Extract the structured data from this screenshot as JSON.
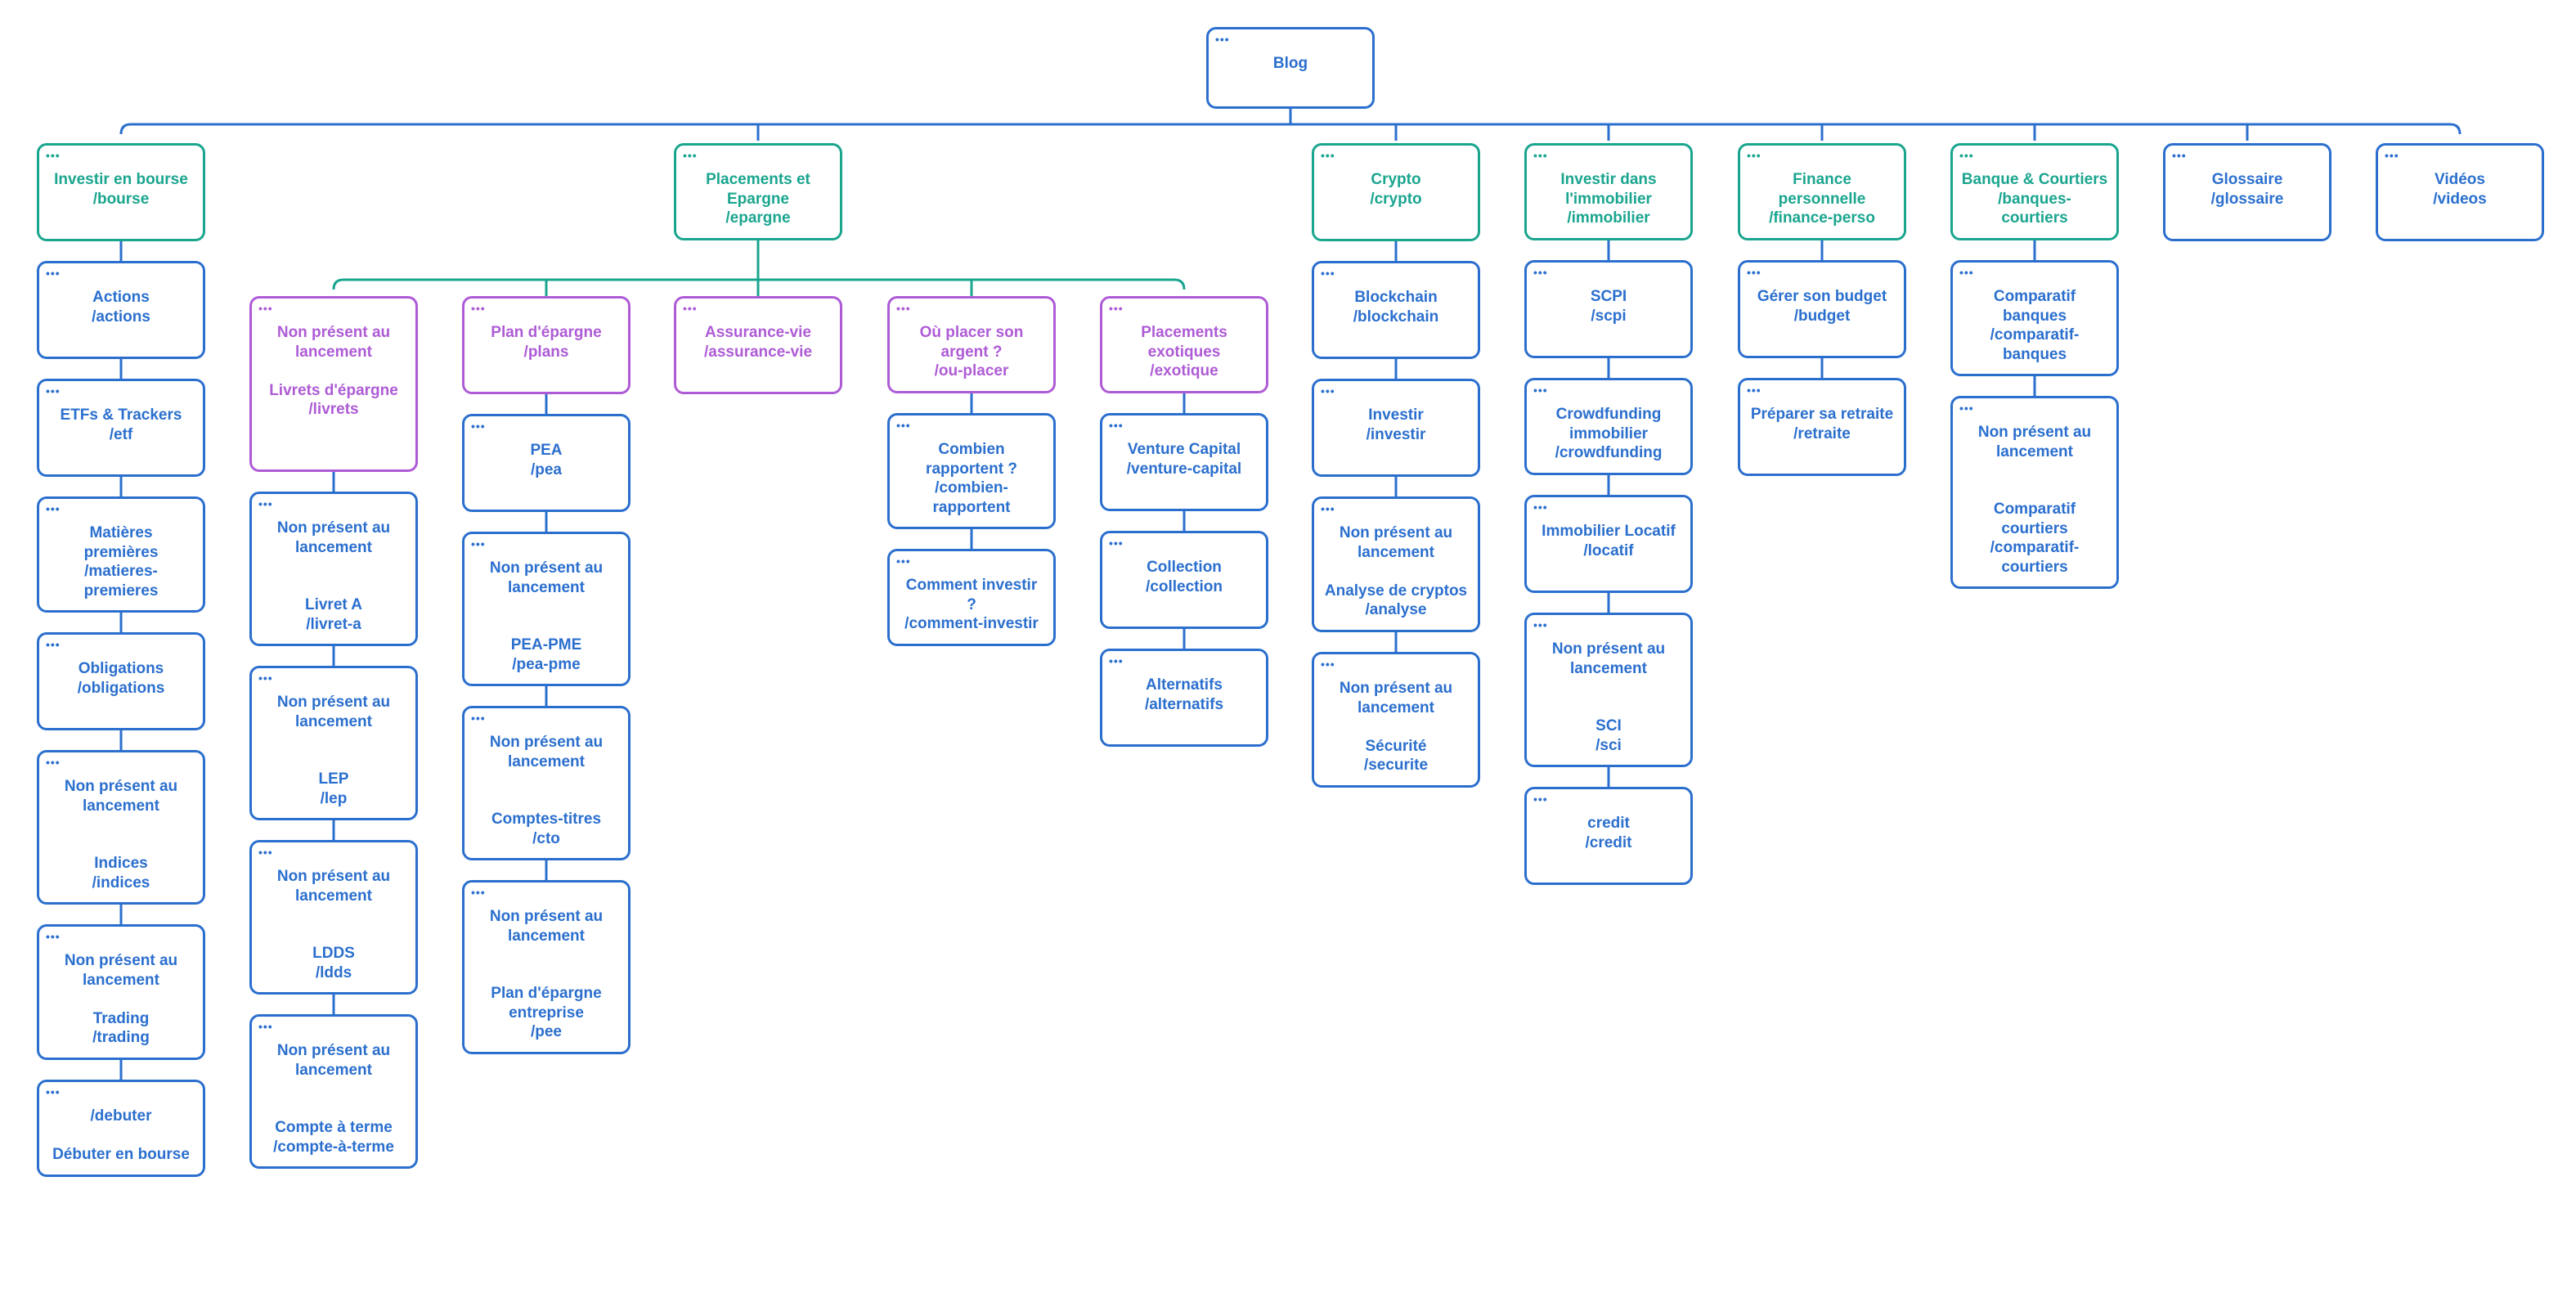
{
  "colors": {
    "blue": "#2b6fce",
    "teal": "#1aa58f",
    "purple": "#ae5bd6"
  },
  "menu_icon": "more-dots-icon",
  "root": {
    "lines": [
      "Blog"
    ]
  },
  "sections": [
    {
      "id": "bourse",
      "lines": [
        "Investir en bourse",
        "/bourse"
      ],
      "children": [
        {
          "lines": [
            "Actions",
            "/actions"
          ]
        },
        {
          "lines": [
            "ETFs & Trackers",
            "/etf"
          ]
        },
        {
          "lines": [
            "Matières",
            "premières",
            "/matieres-",
            "premieres"
          ]
        },
        {
          "lines": [
            "Obligations",
            "/obligations"
          ]
        },
        {
          "lines": [
            "Non présent au",
            "lancement",
            "",
            "",
            "Indices",
            "/indices"
          ]
        },
        {
          "lines": [
            "Non présent au",
            "lancement",
            "",
            "Trading",
            "/trading"
          ]
        },
        {
          "lines": [
            "/debuter",
            "",
            "Débuter en bourse"
          ]
        }
      ]
    },
    {
      "id": "epargne",
      "lines": [
        "Placements et",
        "Epargne",
        "/epargne"
      ],
      "groups": [
        {
          "id": "livrets",
          "lines": [
            "Non présent au",
            "lancement",
            "",
            "Livrets d'épargne",
            "/livrets"
          ],
          "children": [
            {
              "lines": [
                "Non présent au",
                "lancement",
                "",
                "",
                "Livret A",
                "/livret-a"
              ]
            },
            {
              "lines": [
                "Non présent au",
                "lancement",
                "",
                "",
                "LEP",
                "/lep"
              ]
            },
            {
              "lines": [
                "Non présent au",
                "lancement",
                "",
                "",
                "LDDS",
                "/ldds"
              ]
            },
            {
              "lines": [
                "Non présent au",
                "lancement",
                "",
                "",
                "Compte à terme",
                "/compte-à-terme"
              ]
            }
          ]
        },
        {
          "id": "plans",
          "lines": [
            "Plan d'épargne",
            "/plans"
          ],
          "children": [
            {
              "lines": [
                "PEA",
                "/pea"
              ]
            },
            {
              "lines": [
                "Non présent au",
                "lancement",
                "",
                "",
                "PEA-PME",
                "/pea-pme"
              ]
            },
            {
              "lines": [
                "Non présent au",
                "lancement",
                "",
                "",
                "Comptes-titres",
                "/cto"
              ]
            },
            {
              "lines": [
                "Non présent au",
                "lancement",
                "",
                "",
                "Plan d'épargne",
                "entreprise",
                "/pee"
              ]
            }
          ]
        },
        {
          "id": "assurance",
          "lines": [
            "Assurance-vie",
            "/assurance-vie"
          ],
          "children": []
        },
        {
          "id": "ouplacer",
          "lines": [
            "Où placer son",
            "argent ?",
            "/ou-placer"
          ],
          "children": [
            {
              "lines": [
                "Combien",
                "rapportent ?",
                "/combien-",
                "rapportent"
              ]
            },
            {
              "lines": [
                "Comment investir",
                "?",
                "/comment-investir"
              ]
            }
          ]
        },
        {
          "id": "exotique",
          "lines": [
            "Placements",
            "exotiques",
            "/exotique"
          ],
          "children": [
            {
              "lines": [
                "Venture Capital",
                "/venture-capital"
              ]
            },
            {
              "lines": [
                "Collection",
                "/collection"
              ]
            },
            {
              "lines": [
                "Alternatifs",
                "/alternatifs"
              ]
            }
          ]
        }
      ]
    },
    {
      "id": "crypto",
      "lines": [
        "Crypto",
        "/crypto"
      ],
      "children": [
        {
          "lines": [
            "Blockchain",
            "/blockchain"
          ]
        },
        {
          "lines": [
            "Investir",
            "/investir"
          ]
        },
        {
          "lines": [
            "Non présent au",
            "lancement",
            "",
            "Analyse de cryptos",
            "/analyse"
          ]
        },
        {
          "lines": [
            "Non présent au",
            "lancement",
            "",
            "Sécurité",
            "/securite"
          ]
        }
      ]
    },
    {
      "id": "immobilier",
      "lines": [
        "Investir dans",
        "l'immobilier",
        "/immobilier"
      ],
      "children": [
        {
          "lines": [
            "SCPI",
            "/scpi"
          ]
        },
        {
          "lines": [
            "Crowdfunding",
            "immobilier",
            "/crowdfunding"
          ]
        },
        {
          "lines": [
            "Immobilier Locatif",
            "/locatif"
          ]
        },
        {
          "lines": [
            "Non présent au",
            "lancement",
            "",
            "",
            "SCI",
            "/sci"
          ]
        },
        {
          "lines": [
            "credit",
            "/credit"
          ]
        }
      ]
    },
    {
      "id": "finance",
      "lines": [
        "Finance",
        "personnelle",
        "/finance-perso"
      ],
      "children": [
        {
          "lines": [
            "Gérer son budget",
            "/budget"
          ]
        },
        {
          "lines": [
            "Préparer sa retraite",
            "/retraite"
          ]
        }
      ]
    },
    {
      "id": "banques",
      "lines": [
        "Banque & Courtiers",
        "/banques-",
        "courtiers"
      ],
      "children": [
        {
          "lines": [
            "Comparatif",
            "banques",
            "/comparatif-",
            "banques"
          ]
        },
        {
          "lines": [
            "Non présent au",
            "lancement",
            "",
            "",
            "Comparatif",
            "courtiers",
            "/comparatif-",
            "courtiers"
          ]
        }
      ]
    },
    {
      "id": "glossaire",
      "lines": [
        "Glossaire",
        "/glossaire"
      ],
      "children": []
    },
    {
      "id": "videos",
      "lines": [
        "Vidéos",
        "/videos"
      ],
      "children": []
    }
  ]
}
